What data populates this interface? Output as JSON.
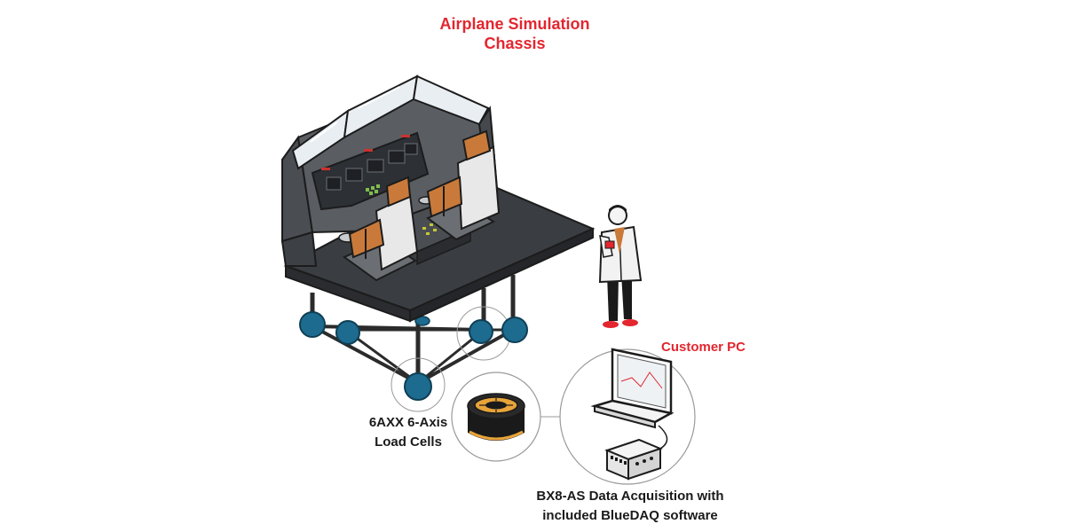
{
  "title": {
    "line1": "Airplane Simulation",
    "line2": "Chassis"
  },
  "labels": {
    "customer_pc": "Customer PC",
    "load_cells_line1": "6AXX 6-Axis",
    "load_cells_line2": "Load Cells",
    "daq_line1": "BX8-AS Data Acquisition with",
    "daq_line2": "included BlueDAQ software"
  },
  "colors": {
    "title_red": "#e3262f",
    "label_dark": "#1a1a1a",
    "load_cell_blue": "#1d6b8f",
    "platform_top": "#3a3d42",
    "cockpit_gray": "#5a5d62",
    "seat_brown": "#c97a3a",
    "cell_gold": "#e8a43a"
  }
}
